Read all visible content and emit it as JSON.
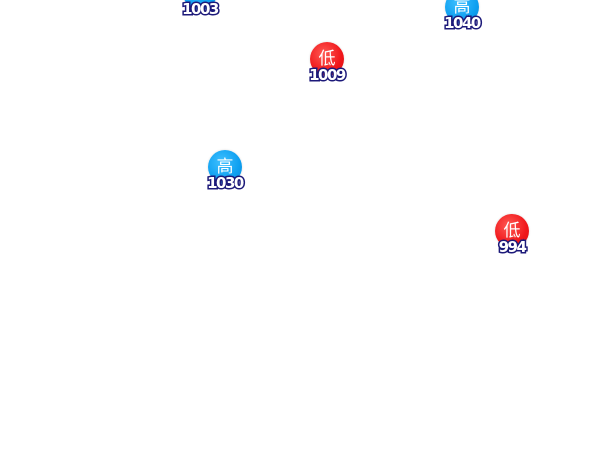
{
  "colors": {
    "low_badge": "#f0161a",
    "high_badge": "#0d9ff0",
    "value_outline": "#1d1a7a",
    "value_fill": "#ffffff",
    "background": "#ffffff"
  },
  "markers": [
    {
      "kind": "high",
      "badge_label": "",
      "value": "1003"
    },
    {
      "kind": "high",
      "badge_label": "高",
      "value": "1040"
    },
    {
      "kind": "low",
      "badge_label": "低",
      "value": "1009"
    },
    {
      "kind": "high",
      "badge_label": "高",
      "value": "1030"
    },
    {
      "kind": "low",
      "badge_label": "低",
      "value": "994"
    }
  ]
}
